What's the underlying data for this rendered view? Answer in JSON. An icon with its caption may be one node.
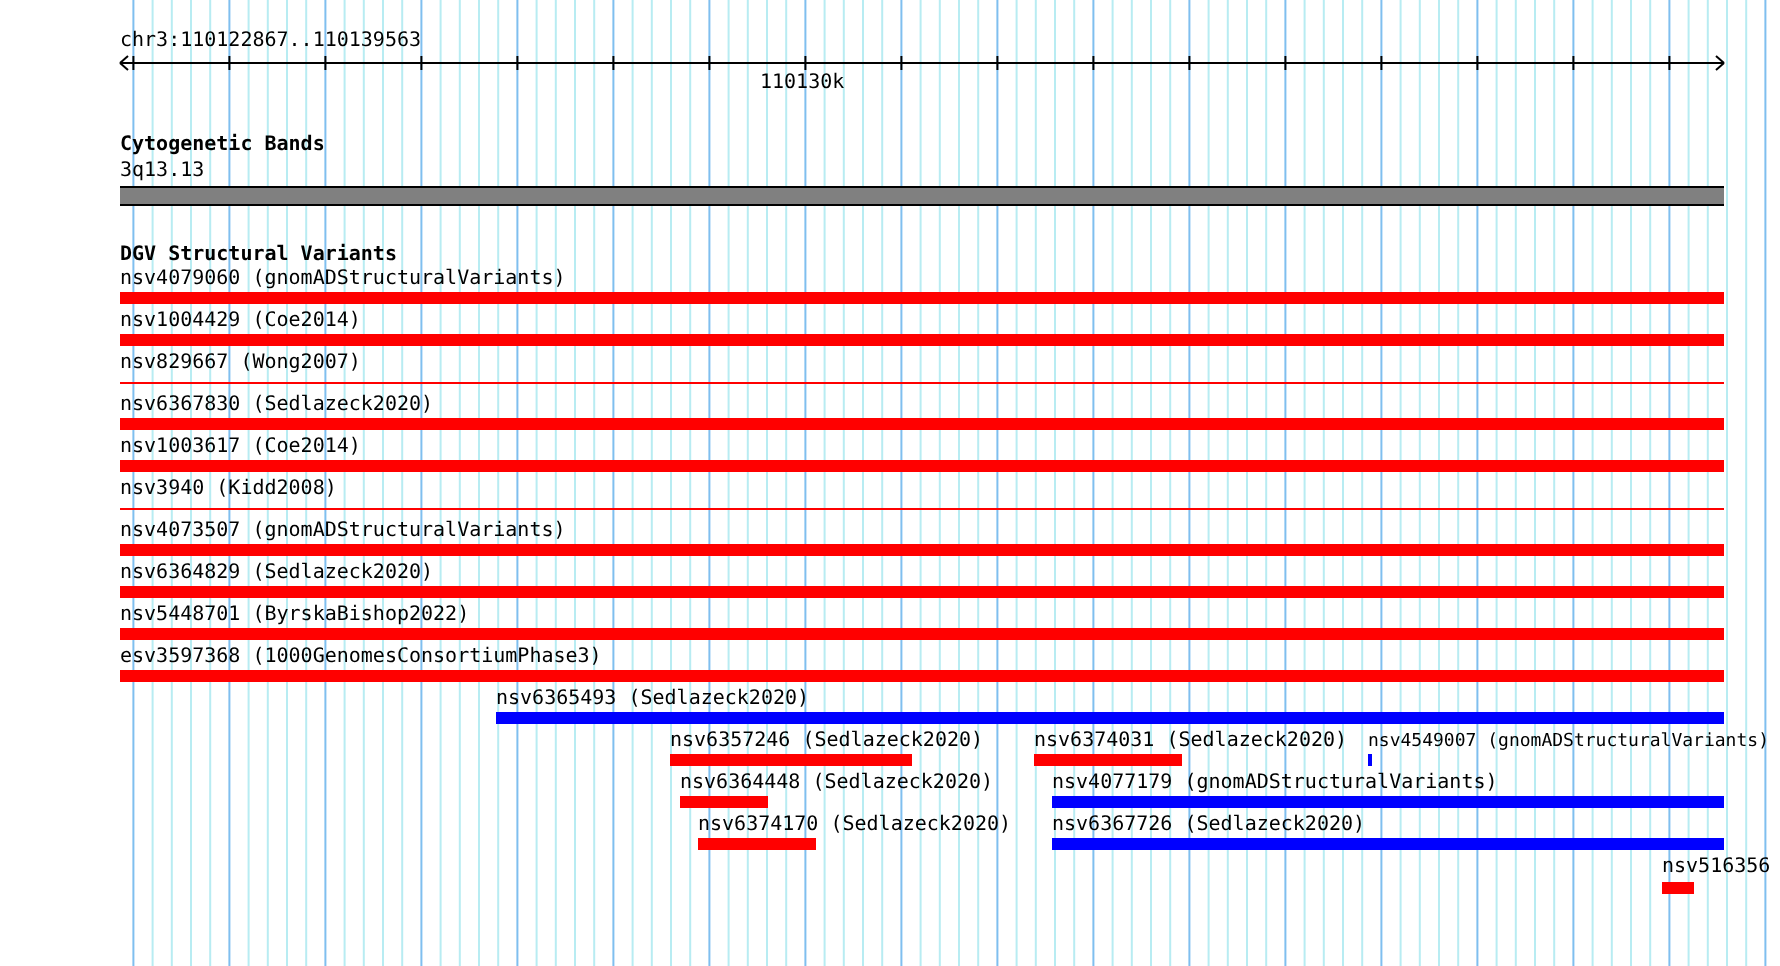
{
  "diagram": {
    "nodes": [
      {
        "text": [
          "3q13.13"
        ]
      },
      {
        "text": [
          "nsv4079060 (gnomADStructuralVariants)"
        ]
      },
      {
        "text": [
          "nsv1004429 (Coe2014)"
        ]
      },
      {
        "text": [
          "nsv829667 (Wong2007)"
        ]
      },
      {
        "text": [
          "nsv6367830 (Sedlazeck2020)"
        ]
      },
      {
        "text": [
          "nsv1003617 (Coe2014)"
        ]
      },
      {
        "text": [
          "nsv3940 (Kidd2008)"
        ]
      },
      {
        "text": [
          "nsv4073507 (gnomADStructuralVariants)"
        ]
      },
      {
        "text": [
          "nsv6364829 (Sedlazeck2020)"
        ]
      },
      {
        "text": [
          "nsv5448701 (ByrskaBishop2022)"
        ]
      },
      {
        "text": [
          "esv3597368 (1000GenomesConsortiumPhase3)"
        ]
      },
      {
        "text": [
          "nsv6365493 (Sedlazeck2020)"
        ]
      },
      {
        "text": [
          "nsv6357246 (Sedlazeck2020)"
        ]
      },
      {
        "text": [
          "nsv6374031 (Sedlazeck2020)"
        ]
      },
      {
        "text": [
          "nsv4549007 (gnomADStructuralVariants)"
        ]
      },
      {
        "text": [
          "nsv6364448 (Sedlazeck2020)"
        ]
      },
      {
        "text": [
          "nsv4077179 (gnomADStructuralVariants)"
        ]
      },
      {
        "text": [
          "nsv6374170 (Sedlazeck2020)"
        ]
      },
      {
        "text": [
          "nsv6367726 (Sedlazeck2020)"
        ]
      },
      {
        "text": [
          "nsv516356"
        ]
      }
    ],
    "edges": [],
    "labels": [
      "chr3:110122867..110139563",
      "110130k",
      "Cytogenetic Bands",
      "DGV Structural Variants"
    ]
  }
}
